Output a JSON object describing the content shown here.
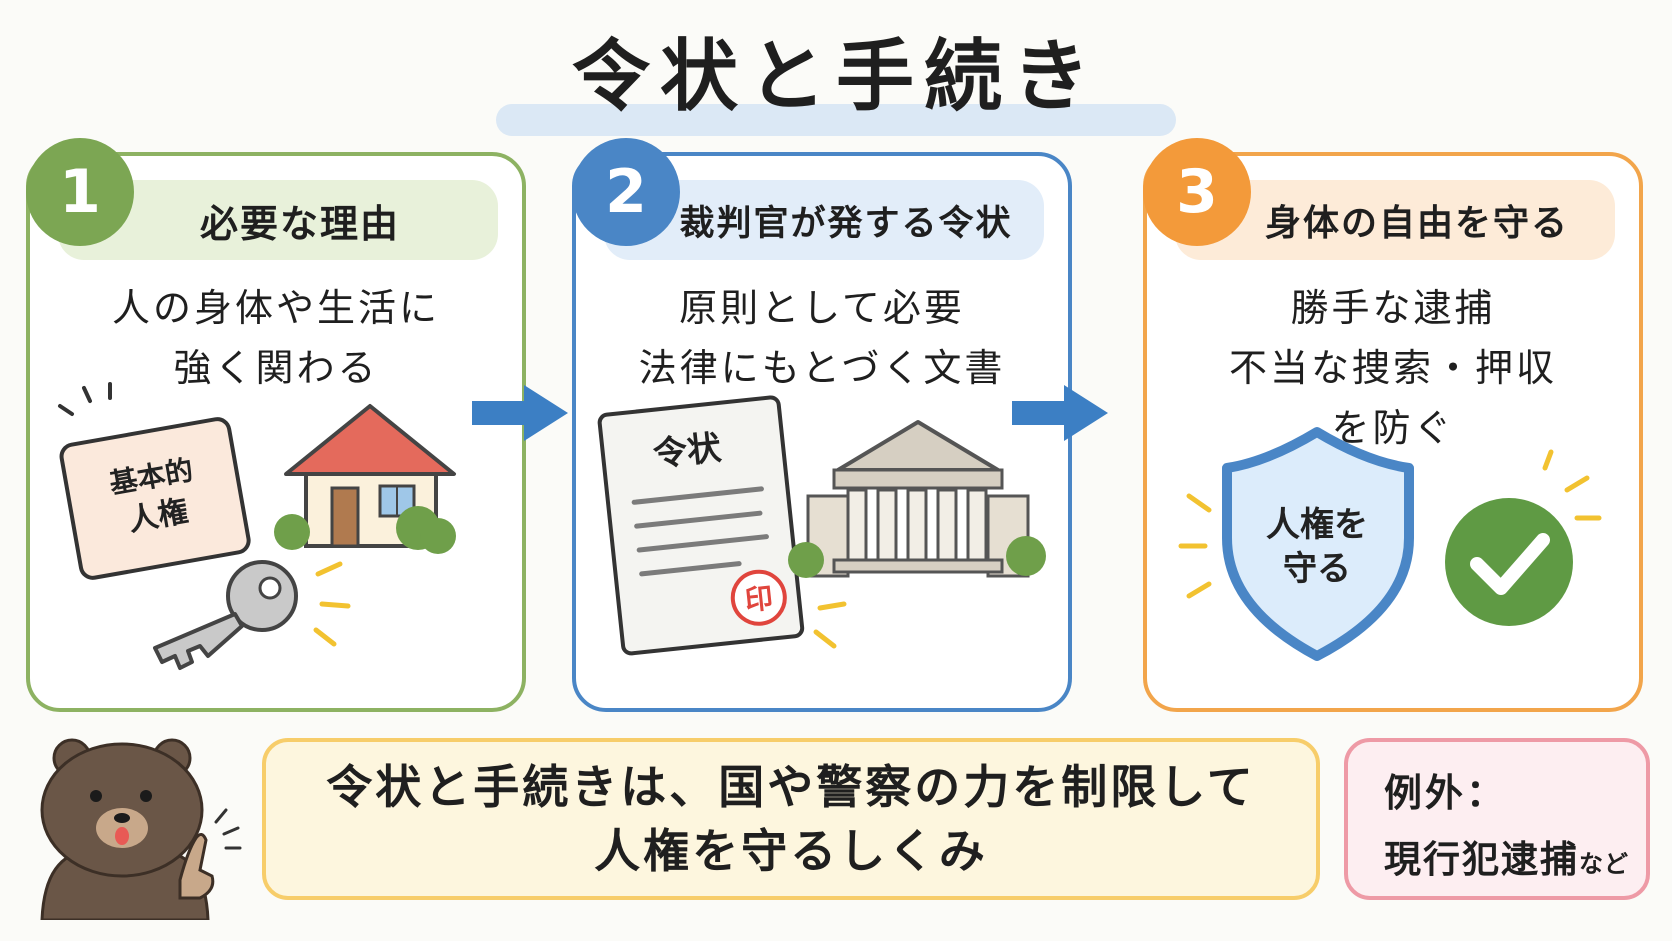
{
  "title": "令状と手続き",
  "steps": [
    {
      "number": "1",
      "heading": "必要な理由",
      "lines": [
        "人の身体や生活に",
        "強く関わる"
      ],
      "card_label": "基本的\n人権",
      "color": "#7ca653"
    },
    {
      "number": "2",
      "heading": "裁判官が発する令状",
      "lines": [
        "原則として必要",
        "法律にもとづく文書"
      ],
      "doc_title": "令状",
      "stamp": "印",
      "color": "#4a86c6"
    },
    {
      "number": "3",
      "heading": "身体の自由を守る",
      "lines": [
        "勝手な逮捕",
        "不当な捜索・押収",
        "を防ぐ"
      ],
      "shield_label": "人権を\n守る",
      "color": "#f39a3a"
    }
  ],
  "summary": {
    "lines": [
      "令状と手続きは、国や警察の力を制限して",
      "人権を守るしくみ"
    ]
  },
  "exception": {
    "label": "例外：",
    "text": "現行犯逮捕",
    "suffix": "など"
  },
  "icons": [
    "house-icon",
    "key-icon",
    "document-icon",
    "courthouse-icon",
    "shield-icon",
    "checkmark-icon",
    "arrow-right-icon",
    "bear-character"
  ]
}
